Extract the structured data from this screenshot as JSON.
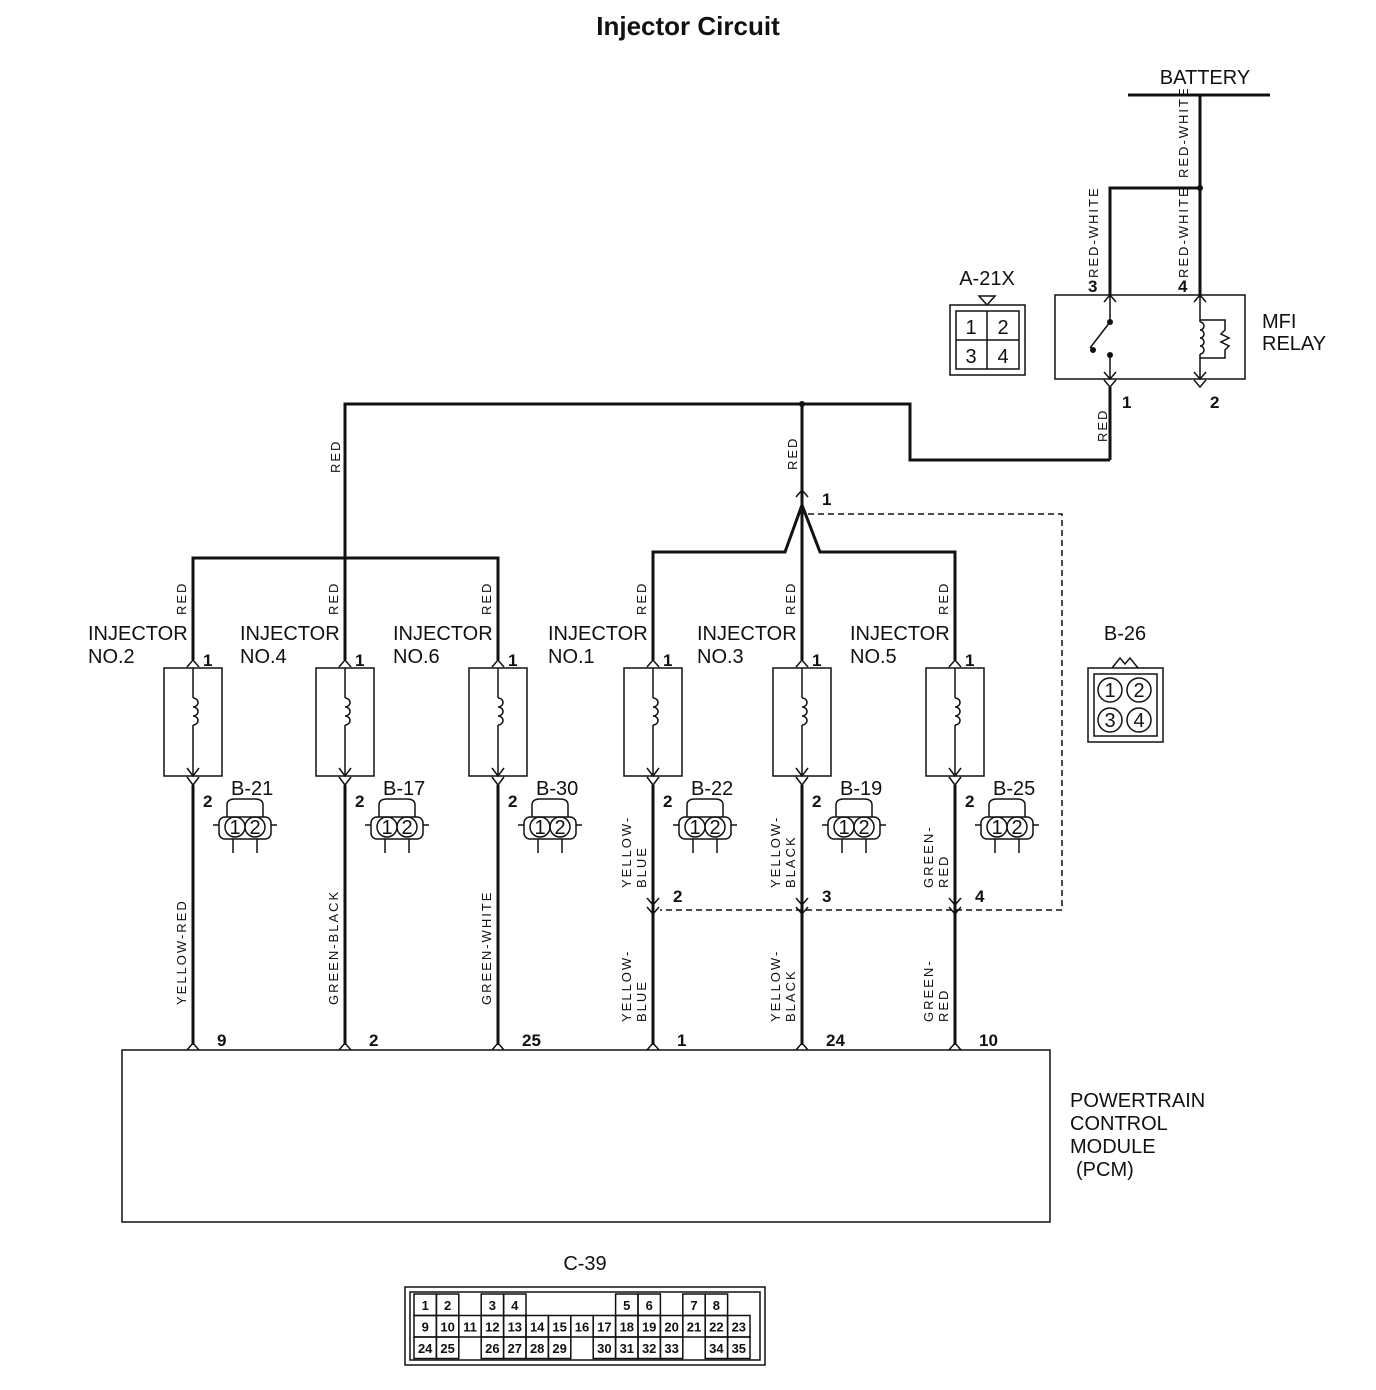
{
  "title": "Injector Circuit",
  "battery": {
    "label": "BATTERY",
    "wire": "RED-WHITE"
  },
  "relay": {
    "label_line1": "MFI",
    "label_line2": "RELAY",
    "connector": "A-21X",
    "connector_pins": [
      "1",
      "2",
      "3",
      "4"
    ],
    "pins": {
      "p3": "3",
      "p4": "4",
      "p1": "1",
      "p2": "2"
    },
    "wire_p3": "RED-WHITE",
    "wire_p4": "RED-WHITE",
    "wire_p1": "RED"
  },
  "bus_wire": "RED",
  "joint": {
    "connector": "B-26",
    "pins": [
      "1",
      "2",
      "3",
      "4"
    ],
    "main_pin": "1"
  },
  "injectors": [
    {
      "name_line1": "INJECTOR",
      "name_line2": "NO.2",
      "connector": "B-21",
      "top_pin": "1",
      "bottom_pin": "2",
      "top_wire": "RED",
      "bottom_wire": "YELLOW-RED",
      "pcm_pin": "9",
      "joint_pin": ""
    },
    {
      "name_line1": "INJECTOR",
      "name_line2": "NO.4",
      "connector": "B-17",
      "top_pin": "1",
      "bottom_pin": "2",
      "top_wire": "RED",
      "bottom_wire": "GREEN-BLACK",
      "pcm_pin": "2",
      "joint_pin": ""
    },
    {
      "name_line1": "INJECTOR",
      "name_line2": "NO.6",
      "connector": "B-30",
      "top_pin": "1",
      "bottom_pin": "2",
      "top_wire": "RED",
      "bottom_wire": "GREEN-WHITE",
      "pcm_pin": "25",
      "joint_pin": ""
    },
    {
      "name_line1": "INJECTOR",
      "name_line2": "NO.1",
      "connector": "B-22",
      "top_pin": "1",
      "bottom_pin": "2",
      "top_wire": "RED",
      "bottom_wire_a": "YELLOW-",
      "bottom_wire_b": "BLUE",
      "pcm_pin": "1",
      "joint_pin": "2"
    },
    {
      "name_line1": "INJECTOR",
      "name_line2": "NO.3",
      "connector": "B-19",
      "top_pin": "1",
      "bottom_pin": "2",
      "top_wire": "RED",
      "bottom_wire_a": "YELLOW-",
      "bottom_wire_b": "BLACK",
      "pcm_pin": "24",
      "joint_pin": "3"
    },
    {
      "name_line1": "INJECTOR",
      "name_line2": "NO.5",
      "connector": "B-25",
      "top_pin": "1",
      "bottom_pin": "2",
      "top_wire": "RED",
      "bottom_wire_a": "GREEN-",
      "bottom_wire_b": "RED",
      "pcm_pin": "10",
      "joint_pin": "4"
    }
  ],
  "injector_connector_pins": [
    "1",
    "2"
  ],
  "pcm": {
    "line1": "POWERTRAIN",
    "line2": "CONTROL",
    "line3": "MODULE",
    "line4": "(PCM)"
  },
  "pcm_connector": {
    "label": "C-39",
    "rows": [
      [
        "1",
        "2",
        "",
        "3",
        "4",
        "",
        "",
        "",
        "",
        "5",
        "6",
        "",
        "7",
        "8"
      ],
      [
        "9",
        "10",
        "11",
        "12",
        "13",
        "14",
        "15",
        "16",
        "17",
        "18",
        "19",
        "20",
        "21",
        "22",
        "23"
      ],
      [
        "24",
        "25",
        "",
        "26",
        "27",
        "28",
        "29",
        "",
        "30",
        "31",
        "32",
        "33",
        "",
        "34",
        "35"
      ]
    ]
  }
}
